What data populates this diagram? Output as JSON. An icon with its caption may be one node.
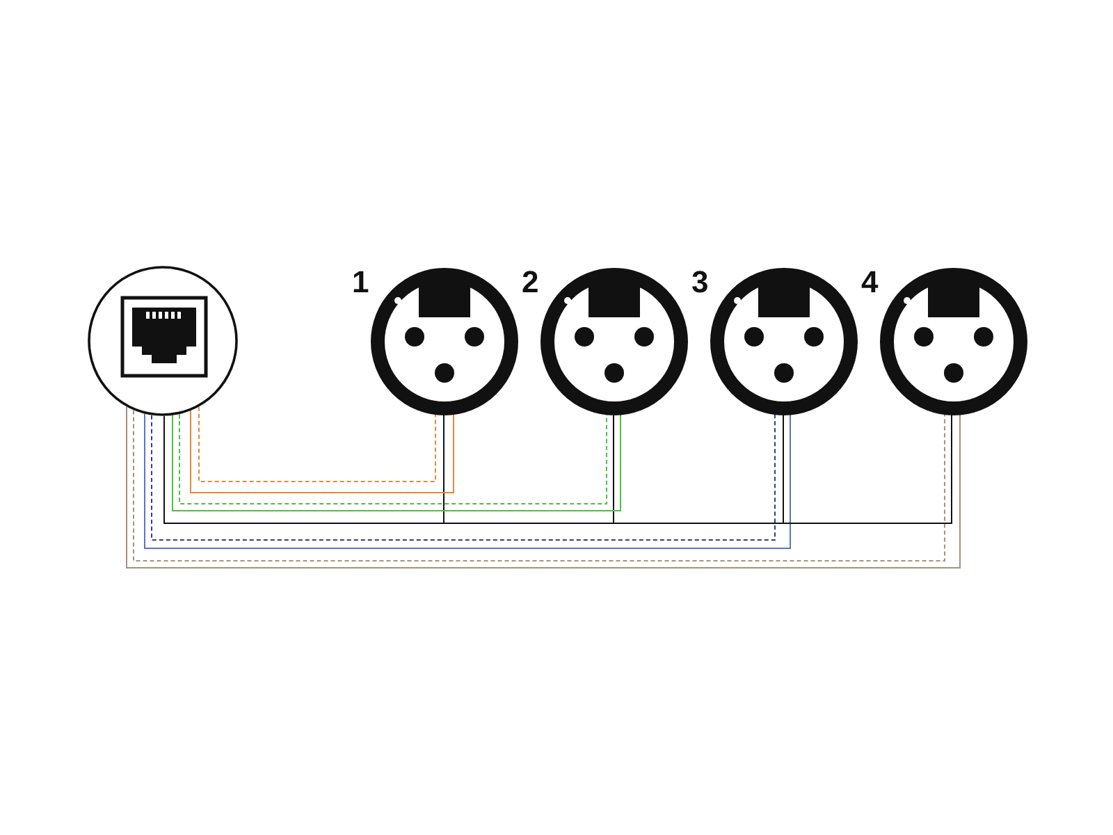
{
  "diagram": {
    "nodes": [
      {
        "text": [],
        "shape": "circle"
      },
      {
        "text": [
          "1"
        ]
      },
      {
        "text": [
          "2"
        ]
      },
      {
        "text": [
          "3"
        ]
      },
      {
        "text": [
          "4"
        ]
      }
    ],
    "edges": [
      {
        "from": 0,
        "to": 4,
        "arrow": "none",
        "color": "#a8917a"
      },
      {
        "from": 0,
        "to": 4,
        "arrow": "none",
        "style": "dashed",
        "color": "#a8917a"
      },
      {
        "from": 0,
        "to": 3,
        "arrow": "none",
        "color": "#5a74c4"
      },
      {
        "from": 0,
        "to": 3,
        "arrow": "none",
        "style": "dashed",
        "color": "#2f3f8f"
      },
      {
        "from": 0,
        "to": 1,
        "arrow": "none"
      },
      {
        "from": 0,
        "to": 2,
        "arrow": "none"
      },
      {
        "from": 0,
        "to": 3,
        "arrow": "none"
      },
      {
        "from": 0,
        "to": 4,
        "arrow": "none"
      },
      {
        "from": 0,
        "to": 2,
        "arrow": "none",
        "color": "#4cbf47"
      },
      {
        "from": 0,
        "to": 2,
        "arrow": "none",
        "style": "dashed",
        "color": "#4cbf47"
      },
      {
        "from": 0,
        "to": 1,
        "arrow": "none",
        "color": "#e08a3c"
      },
      {
        "from": 0,
        "to": 1,
        "arrow": "none",
        "style": "dashed",
        "color": "#e08a3c"
      }
    ]
  }
}
